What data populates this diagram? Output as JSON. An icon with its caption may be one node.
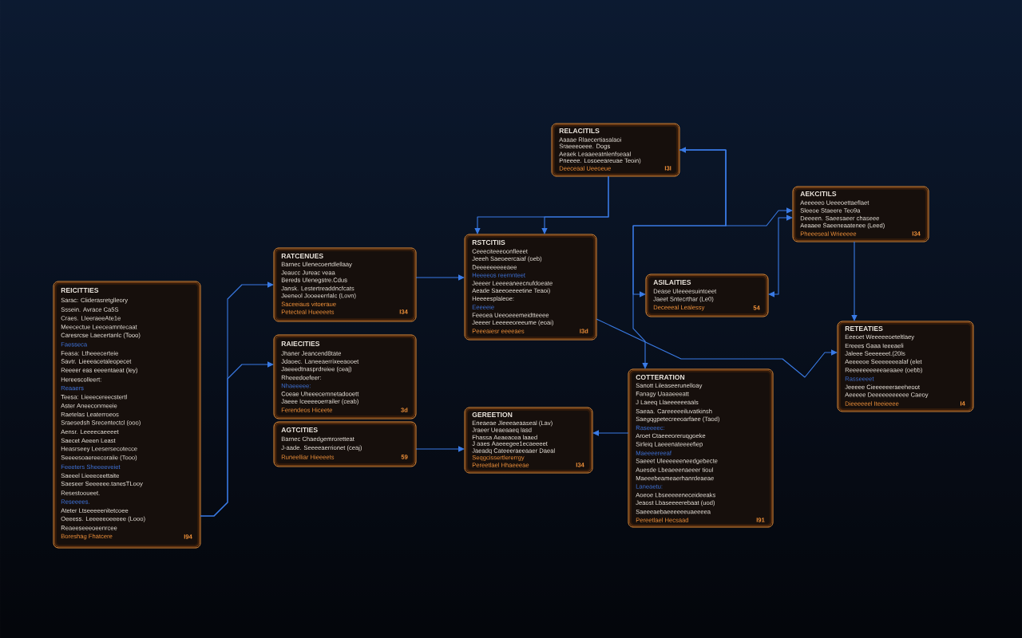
{
  "diagram": {
    "nodes": [
      {
        "text": [
          "REICITTIES",
          "Sarac: Cliderasretglleory",
          "Sssein. Avrace Ca5S",
          "Craes. LIeeraeeAte1e",
          "Meecectue Leeceamntecaat",
          "Caresrcse Laecertanlc (Tooo)",
          "Faesseca",
          "Feasa: Ltheeecerteie",
          "Savtr. Lieeeacetaleopecet",
          "Reeeer eas eeeentaeat (ley)",
          "Hereescolleert:",
          "Reaaers",
          "Teesa: Lieeecereecstertl",
          "Aster Aneeconmeeie",
          "Raetelas Leaterroeos",
          "Sraesedsh Srecentectcl (ooo)",
          "Aensr. Leeeecaeeeet",
          "Saecet Aeeen Least",
          "Heasrseey Leesersecotecce",
          "Seeeesoaereecoraiie (Tooo)",
          "Feeeters Sheeeeveiet",
          "Saeeel Lieeeceettaite",
          "Saeseer Seeeeee.tanesTLooy",
          "Resestooueet.",
          "Reseeees.",
          "Ateter Ltseeeeenitetcoee",
          "Oeeess. Leeeeeoeeeee (Looo)",
          "Reaeeseeeoeenrcee",
          "Boreshag Fhatcere",
          "I94"
        ]
      },
      {
        "text": [
          "RATCENUES",
          "Barnec Ulenecoertdlellaay",
          "Jeaucc Jureac veaa",
          "Bereds Ulenegstre.Cdus",
          "Jansk. Lestertreaddncfcats",
          "Jeeneol Jooeeerrlalc (Lovn)",
          "Saceeiaus vitoeraue",
          "Petecteal Hueeeets",
          "I34"
        ]
      },
      {
        "text": [
          "RAIECITIES",
          "Jhaner Jeancend8tate",
          "Jdaoec. Laneeaerrixeeaooet",
          "Jaeeedtnasprdreiee (ceaj)",
          "Rheeedoefeer:",
          "Nhaeeeee:",
          "Coeae Uheeecemnetadooett",
          "Jaeee Iceeeeoerrailer (ceab)",
          "Ferendeos Hiceete",
          "3d"
        ]
      },
      {
        "text": [
          "AGTCITIES",
          "Barnec Chaedgemroretteat",
          "J-aade. Seeeeaerrionet (ceaj)",
          "Runeelliar Hieeeets",
          "59"
        ]
      },
      {
        "text": [
          "RELACITILS",
          "Aaaae Rlaecertiasalaoi",
          "Sraeeeoeee. Dogs",
          "Aeaek Leaaeeatnlenfseaal",
          "Pneeee. Losoeeareuae Teoin)",
          "Deeceaal Ueeoeue",
          "I3I"
        ]
      },
      {
        "text": [
          "RSTCITIIS",
          "Ceeeciteeeoonfleeet",
          "Jeeeh Saeoeercaiaf (oeb)",
          "Deeeeeeeeeaee",
          "Heeeeos reemnteet",
          "Jeeeer Leeeeaneecnufdoeate",
          "Aeade Saeeoeeeetine Teaoi)",
          "Heeeesplaleoe:",
          "Eeeeeie",
          "Feeoea Ueeoeeemeidtteeee",
          "Jeeeer Leeeeeoreeume (eoai)",
          "Peeeaiesr eeeeaes",
          "I3d"
        ]
      },
      {
        "text": [
          "ASILAITIES",
          "Dease Uleeeesuintoeet",
          "Jaeet Sntecrthar (Le0)",
          "Deceeeal Lealessy",
          "54"
        ]
      },
      {
        "text": [
          "AEKCITILS",
          "Aeeeeeo Ueeeoettaeflaet",
          "Sleeoe Staeere Teo9a",
          "Deeeen. Saeesaeer chaseee",
          "Aeaaee Saeeneaatenee (Leed)",
          "Pheeeseal Wrieeeee",
          "I34"
        ]
      },
      {
        "text": [
          "RETEATIES",
          "Eeeoet Weeeeeoeteltlaey",
          "Ereees Gaaa Ieeeaeli",
          "Jaleee Seeeeeet.(20ls",
          "Aeeeeoe Seeeeeeealaf (elet",
          "Reeeeeeeeeeaeaaee (oebb)",
          "Rasseeeet",
          "Jeeeee Cieeeeeeraeeheoot",
          "Aeeeee Deeeeeeeeeee Caeoy",
          "Dieeeeeel Iteeieeee",
          "I4"
        ]
      },
      {
        "text": [
          "COTTERATION",
          "Sanott Lileaseerunelloay",
          "Fanagy Uaaaeeeatt",
          "J Laeeq Llaeeeeeeaals",
          "Saeaa. Careeeeeiluvatkinsh",
          "Saegqgpetecreeoarfaee (Taod)",
          "Raseeeec:",
          "Aroet Ctaeeeoreruqgoeke",
          "Sirleiq Laeeenateeeefiep",
          "Maeeeereeaf",
          "Saeeet Uleeeeeeneedgebecte",
          "Auesde Lbeaeeenaeeer tioul",
          "Maeeebeameaerhanrdeaeae",
          "Laneaetu:",
          "Aoeoe Lbseeeeeneceideeaks",
          "Jeaost Lbaseeeerebaat (uod)",
          "Saeeeaebaeeeeeeuaeeeea",
          "Pereetlael Hecsaad",
          "I91"
        ]
      },
      {
        "text": [
          "GEREETION",
          "Eneaeae Jleeeaeaaseal (Lav)",
          "Jraeer Ueaeaaeq lasd",
          "Fhassa Aeaeacea laaed",
          "J aaes Aaeeegee1ecaeeeet",
          "Jaeadq Cateeeraeeaaer Daeal",
          "Seqgcissertlererrgy",
          "Pereetlael Hhaeeeae",
          "I34"
        ]
      }
    ],
    "edges": [
      {
        "from": 0,
        "to": 1,
        "arrow": "to"
      },
      {
        "from": 0,
        "to": 2,
        "arrow": "to"
      },
      {
        "from": 1,
        "to": 5,
        "arrow": "to"
      },
      {
        "from": 3,
        "to": 10,
        "arrow": "to"
      },
      {
        "from": 4,
        "to": 5,
        "arrow": "to"
      },
      {
        "from": 4,
        "to": 5,
        "arrow": "to"
      },
      {
        "from": 4,
        "to": 7,
        "arrow": "both"
      },
      {
        "from": 4,
        "to": 6,
        "arrow": "to"
      },
      {
        "from": 4,
        "to": 9,
        "arrow": "to"
      },
      {
        "from": 6,
        "to": 7,
        "arrow": "both"
      },
      {
        "from": 5,
        "to": 8,
        "arrow": "to"
      },
      {
        "from": 7,
        "to": 8,
        "arrow": "to"
      },
      {
        "from": 9,
        "to": 10,
        "arrow": "to"
      }
    ]
  }
}
